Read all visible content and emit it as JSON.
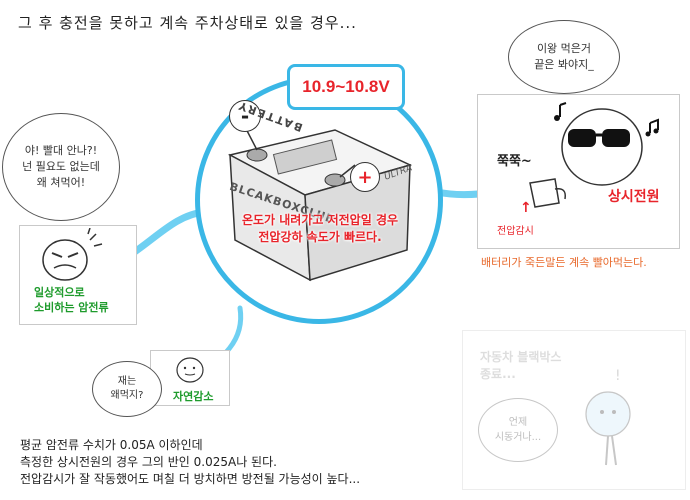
{
  "top_caption": "그 후 충전을 못하고 계속 주차상태로 있을 경우...",
  "voltage": "10.9~10.8V",
  "battery": {
    "minus": "-",
    "plus": "+",
    "brand_label": "BLCAKBOXCLUB",
    "battery_label": "BATTERY",
    "ultra_label": "ULTRA"
  },
  "center_note": {
    "line1": "온도가 내려가고 저전압일 경우",
    "line2": "전압강하 속도가 빠르다."
  },
  "left_panel": {
    "bubble": "야! 빨대 안나?!\n넌 필요도 없는데\n왜 쳐먹어!",
    "label_line1": "일상적으로",
    "label_line2": "소비하는 암전류"
  },
  "right_panel": {
    "bubble": "이왕 먹은거\n끝은 봐야지_",
    "slurp": "쭉쭉~",
    "label": "상시전원",
    "small_label": "전압감시",
    "note": "배터리가 죽든말든 계속 빨아먹는다."
  },
  "bottom_small": {
    "bubble": "재는\n왜먹지?",
    "label": "자연감소"
  },
  "bottom_right": {
    "title_line1": "자동차 블랙박스",
    "title_line2": "종료...",
    "bubble": "언제\n시동거나...",
    "exclaim": "!"
  },
  "bottom_text": "평균 암전류 수치가 0.05A 이하인데\n측정한 상시전원의 경우 그의 반인 0.025A나 된다.\n전압감시가 잘 작동했어도 며칠 더 방치하면 방전될 가능성이 높다...",
  "colors": {
    "accent_blue": "#3ab7e6",
    "red": "#e8242b",
    "green": "#1e9b2c",
    "orange": "#e8692b"
  }
}
